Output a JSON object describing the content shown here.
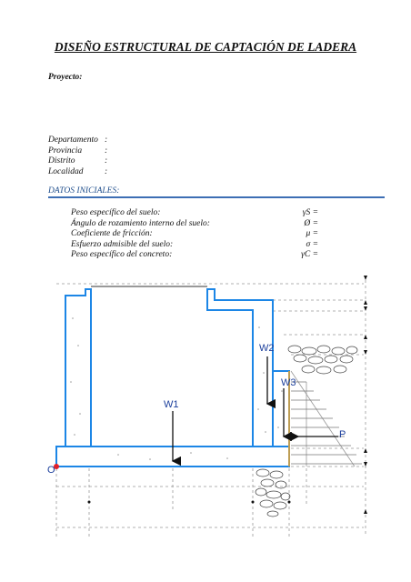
{
  "title": "DISEÑO ESTRUCTURAL DE CAPTACIÓN DE LADERA",
  "project_label": "Proyecto:",
  "location_fields": [
    {
      "label": "Departamento",
      "sep": ":"
    },
    {
      "label": "Provincia",
      "sep": ":"
    },
    {
      "label": "Distrito",
      "sep": ":"
    },
    {
      "label": "Localidad",
      "sep": ":"
    }
  ],
  "section_title": "DATOS INICIALES:",
  "parameters": [
    {
      "label": "Peso específico del suelo:",
      "symbol": "γS ="
    },
    {
      "label": "Ángulo de rozamiento interno del suelo:",
      "symbol": "Ø ="
    },
    {
      "label": "Coeficiente de fricción:",
      "symbol": "μ ="
    },
    {
      "label": "Esfuerzo admisible del suelo:",
      "symbol": "σ ="
    },
    {
      "label": "Peso específico del concreto:",
      "symbol": "γC ="
    }
  ],
  "diagram": {
    "labels": {
      "w1": "W1",
      "w2": "W2",
      "w3": "W3",
      "p": "P",
      "o": "O"
    },
    "colors": {
      "structure": "#1c86e6",
      "force": "#111111",
      "pressure": "#f5a623",
      "origin": "#e0202a"
    }
  }
}
